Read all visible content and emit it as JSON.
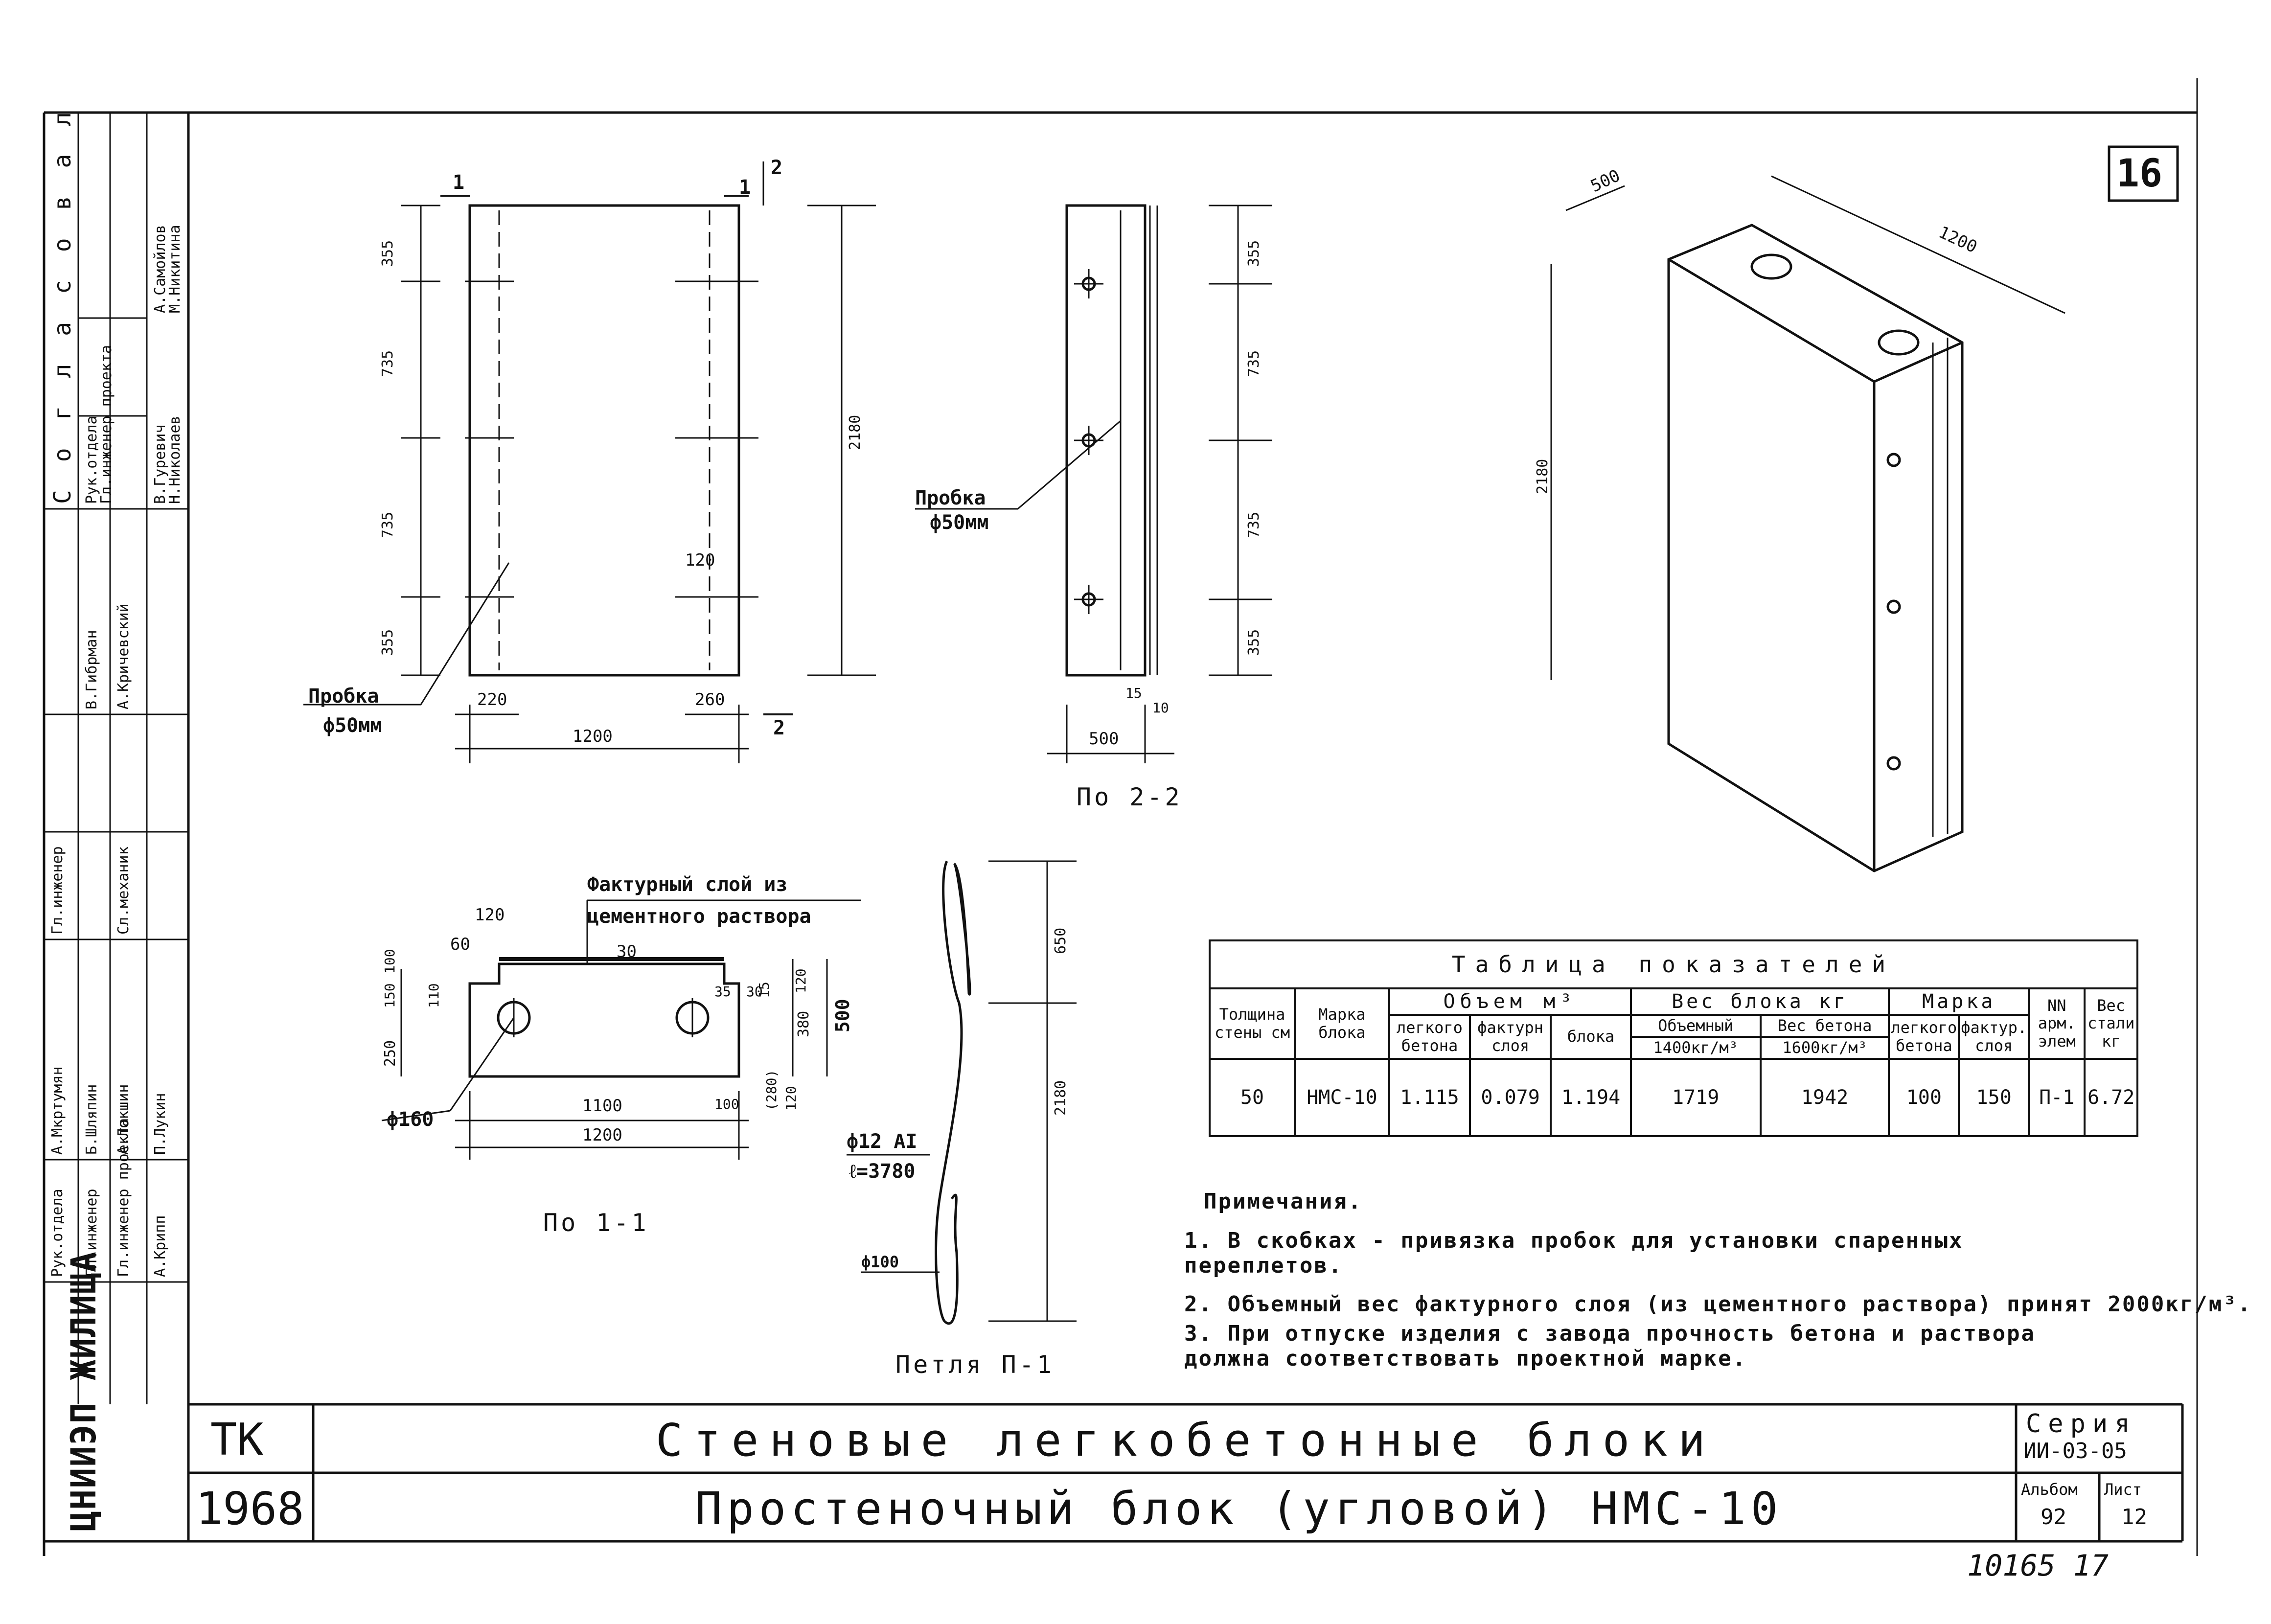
{
  "sheet_number": "16",
  "handwritten_number": "10165  17",
  "title_block": {
    "tk_label": "ТК",
    "year": "1968",
    "title_line_1": "Стеновые легкобетонные блоки",
    "title_line_2": "Простеночный блок (угловой) НМС-10",
    "series_label": "Серия",
    "series_value": "ИИ-03-05",
    "album_label": "Альбом",
    "album_value": "92",
    "sheet_label": "Лист",
    "sheet_value": "12",
    "organization": "ЦНИИЭП ЖИЛИЩА"
  },
  "left_stamp": {
    "approved_header": "С о г л а с о в а л",
    "rows": [
      "А.Самойлов",
      "М.Никитина",
      "В.Гуревич",
      "Н.Николаев",
      "Рук.отдела",
      "Гл.инженер проекта",
      "В.Гибрман",
      "А.Кричевский",
      "Гл.инженер",
      "Сл.механик",
      "А.Мкртумян",
      "Б.Шляпин",
      "А.Локшин",
      "П.Лукин",
      "Рук.отдела",
      "Гл.инженер",
      "Гл.инженер проекта",
      "А.Крипп"
    ]
  },
  "drawings": {
    "front_view": {
      "dims_vertical": [
        "355",
        "735",
        "735",
        "355"
      ],
      "dim_total_height": "2180",
      "dim_bottom_left": "220",
      "dim_bottom_right": "260",
      "dim_total_width": "1200",
      "dim_small": "120",
      "section_marks": [
        "1",
        "1",
        "2",
        "2"
      ],
      "plug_label": "Пробка",
      "plug_dia": "ф50мм"
    },
    "side_view": {
      "caption": "По 2-2",
      "dims_vertical": [
        "355",
        "735",
        "735",
        "355"
      ],
      "dim_width": "500",
      "dim_small_a": "15",
      "dim_small_b": "10",
      "plug_label": "Пробка",
      "plug_dia": "ф50мм"
    },
    "section_1_1": {
      "caption": "По 1-1",
      "finish_layer_label_1": "Фактурный слой из",
      "finish_layer_label_2": "цементного раствора",
      "dims": [
        "120",
        "60",
        "30",
        "110",
        "250",
        "150",
        "100",
        "15",
        "120",
        "380",
        "500",
        "35",
        "30",
        "1100",
        "100",
        "(280)",
        "120",
        "1200"
      ],
      "hole_dia": "ф160"
    },
    "loop": {
      "caption": "Петля П-1",
      "dim_top": "650",
      "dim_total": "2180",
      "rebar": "ф12 АI",
      "length": "ℓ=3780",
      "bend": "ф100"
    },
    "isometric": {
      "dim_depth": "500",
      "dim_width": "1200",
      "dim_height": "2180"
    }
  },
  "table": {
    "caption": "Таблица показателей",
    "headers": {
      "thickness": "Толщина стены см",
      "mark": "Марка блока",
      "volume": "Объем м³",
      "volume_light": "легкого бетона",
      "volume_finish": "фактурн слоя",
      "volume_block": "блока",
      "weight": "Вес блока кг",
      "weight_volumetric": "Объемный",
      "weight_volumetric_value": "1400кг/м³",
      "weight_concrete": "Вес бетона",
      "weight_concrete_value": "1600кг/м³",
      "grade": "Марка",
      "grade_light": "легкого бетона",
      "grade_finish": "фактур. слоя",
      "rebar_no": "NN арм. элем",
      "steel_weight": "Вес стали кг"
    },
    "row": {
      "thickness": "50",
      "mark": "НМС-10",
      "volume_light": "1.115",
      "volume_finish": "0.079",
      "volume_block": "1.194",
      "weight_1400": "1719",
      "weight_1600": "1942",
      "grade_light": "100",
      "grade_finish": "150",
      "rebar_no": "П-1",
      "steel_weight": "6.72"
    }
  },
  "notes": {
    "title": "Примечания.",
    "items": [
      "1. В скобках - привязка пробок для установки спаренных переплетов.",
      "2. Объемный вес фактурного слоя (из цементного раствора) принят 2000кг/м³.",
      "3. При отпуске изделия с завода прочность бетона и раствора должна соответствовать проектной марке."
    ]
  }
}
